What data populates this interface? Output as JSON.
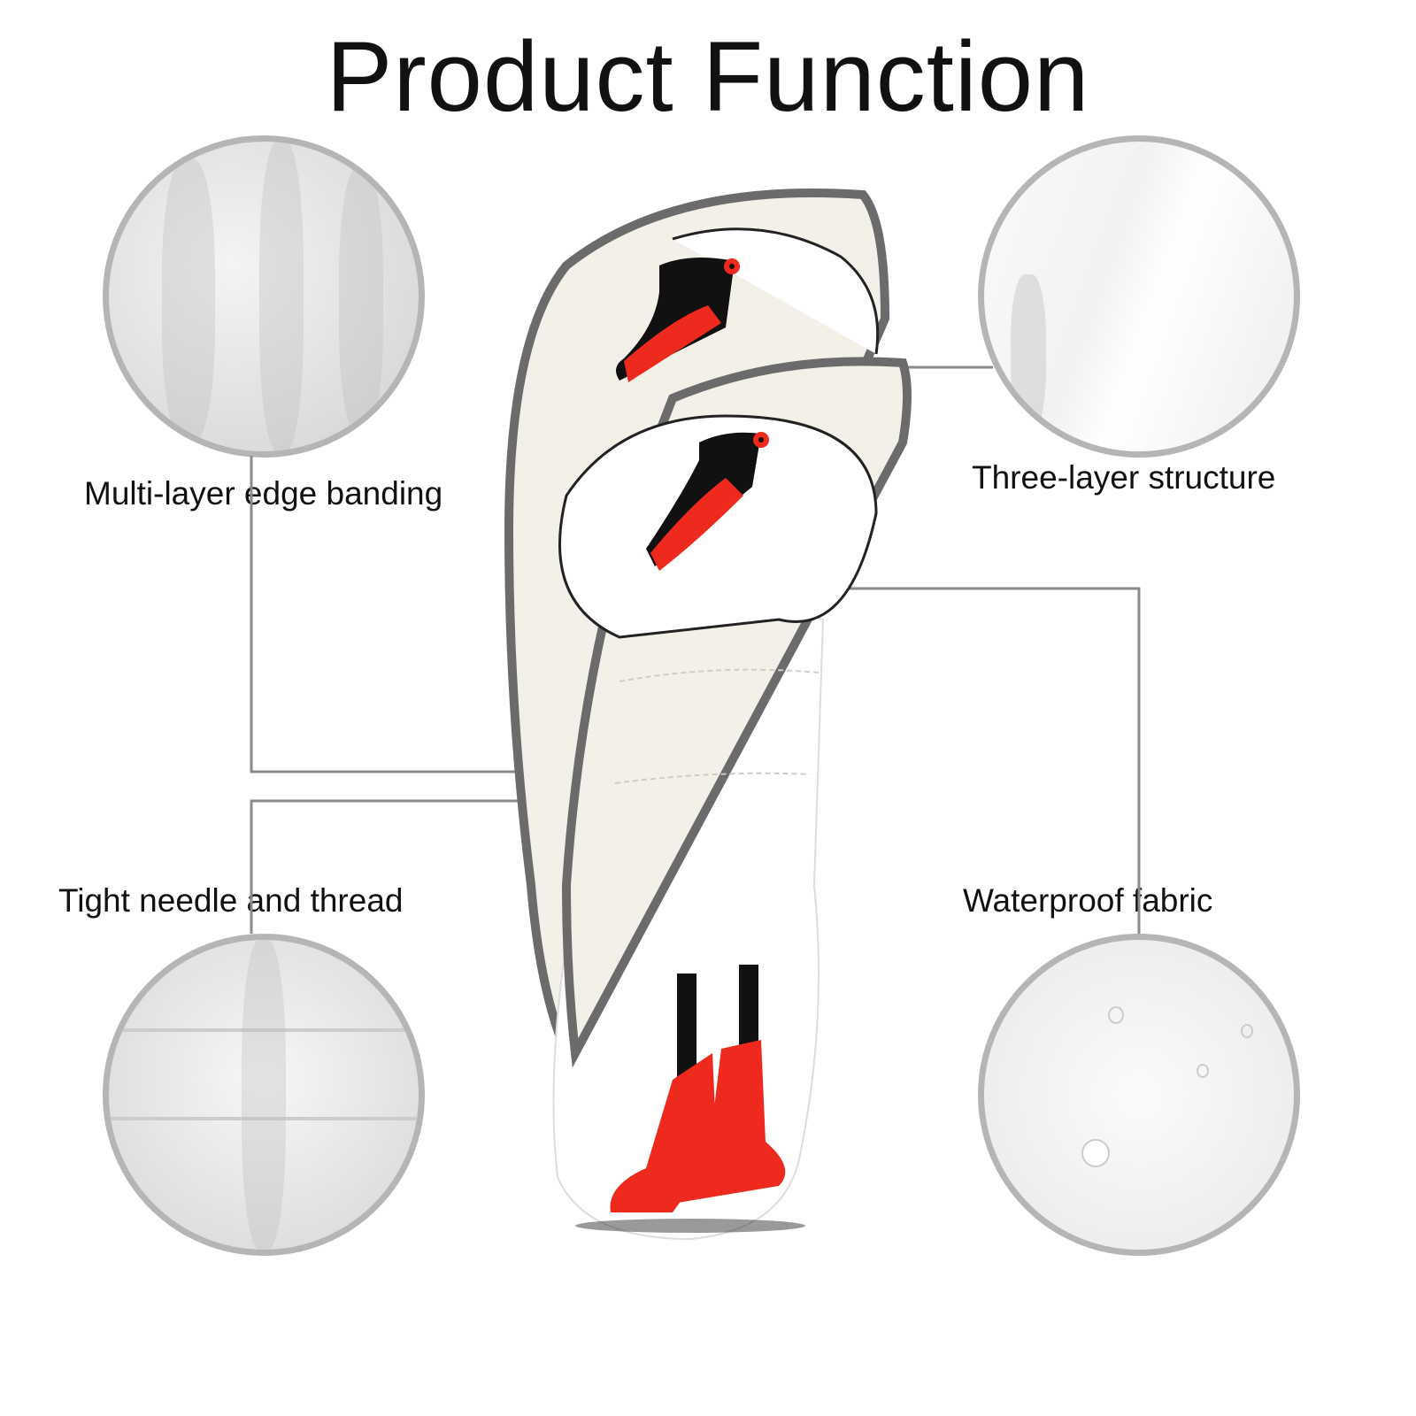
{
  "title": "Product Function",
  "features": [
    {
      "label": "Multi-layer edge banding"
    },
    {
      "label": "Three-layer structure"
    },
    {
      "label": "Tight needle and thread"
    },
    {
      "label": "Waterproof fabric"
    }
  ],
  "colors": {
    "accent_red": "#ee2a1e",
    "trim_gray": "#6b6b6b",
    "circle_border": "#b5b5b5"
  }
}
